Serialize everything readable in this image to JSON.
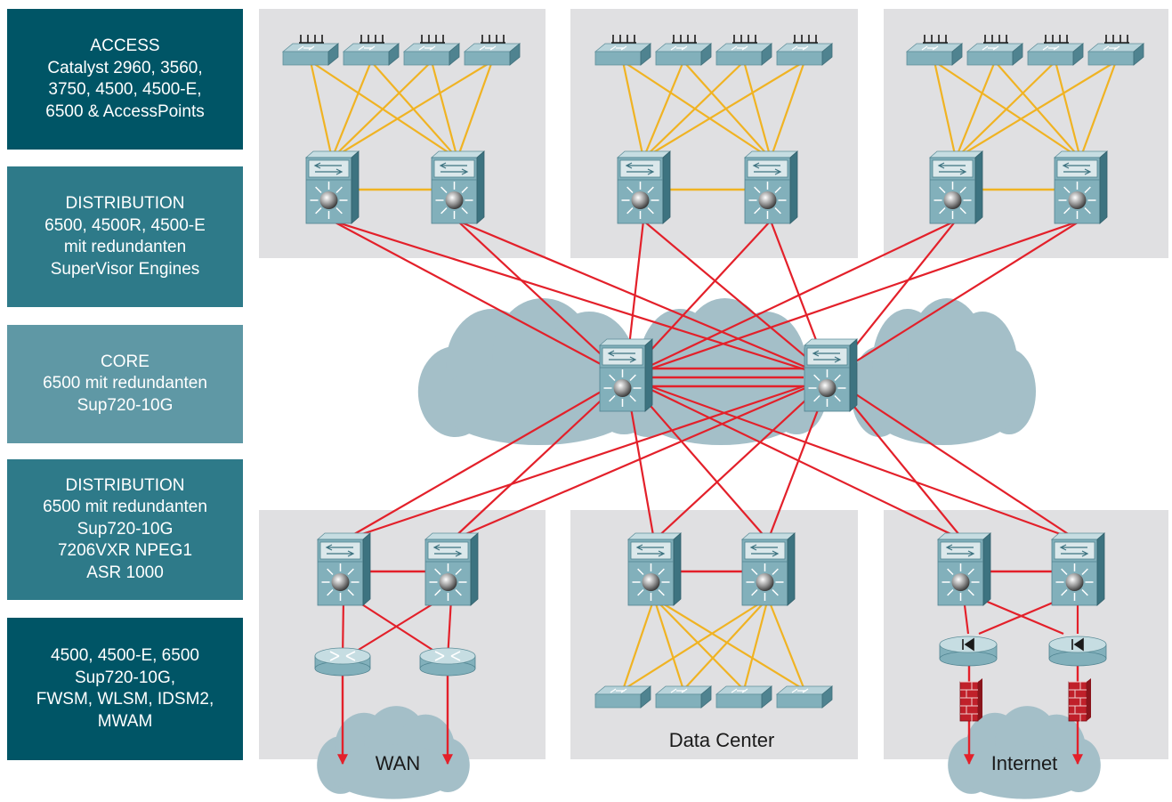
{
  "layer_labels": [
    {
      "lines": [
        "ACCESS",
        "Catalyst 2960, 3560,",
        "3750, 4500, 4500-E,",
        "6500 & AccessPoints"
      ],
      "color": "#005566"
    },
    {
      "lines": [
        "DISTRIBUTION",
        "6500, 4500R, 4500-E",
        "mit redundanten",
        "SuperVisor Engines"
      ],
      "color": "#2e7a89"
    },
    {
      "lines": [
        "CORE",
        "6500 mit redundanten",
        "Sup720-10G"
      ],
      "color": "#5f98a5"
    },
    {
      "lines": [
        "DISTRIBUTION",
        "6500 mit redundanten",
        "Sup720-10G",
        "7206VXR NPEG1",
        "ASR 1000"
      ],
      "color": "#2e7a89"
    },
    {
      "lines": [
        "4500, 4500-E, 6500",
        "Sup720-10G,",
        "FWSM, WLSM, IDSM2,",
        "MWAM"
      ],
      "color": "#005566"
    }
  ],
  "diagram_labels": {
    "wan": "WAN",
    "data_center": "Data Center",
    "internet": "Internet"
  },
  "colors": {
    "zone_bg": "#e0e0e2",
    "access_link": "#f0b323",
    "core_link": "#e3202a",
    "device_teal": "#82b0bb",
    "cloud": "#a4bfc8"
  }
}
